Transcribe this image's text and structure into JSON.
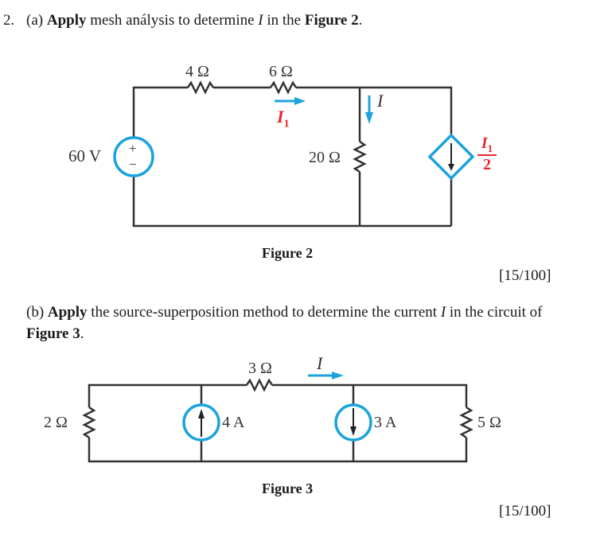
{
  "question": {
    "number": "2.",
    "part_a": {
      "label": "(a)",
      "verb": "Apply",
      "text_1": "mesh análysis to determine",
      "var": "I",
      "text_2": "in the",
      "ref": "Figure 2",
      "end": ".",
      "marks": "[15/100]"
    },
    "part_b": {
      "label": "(b)",
      "verb": "Apply",
      "text_1": "the source-superposition method to determine the current",
      "var": "I",
      "text_2": "in the circuit of",
      "ref": "Figure 3",
      "end": ".",
      "marks": "[15/100]"
    }
  },
  "figure2": {
    "caption": "Figure 2",
    "voltage_source": {
      "label": "60 V",
      "plus": "+",
      "minus": "−"
    },
    "resistor_1": "4 Ω",
    "resistor_2": "6 Ω",
    "resistor_3": "20 Ω",
    "current_I1": {
      "symbol": "I",
      "subscript": "1"
    },
    "current_I": "I",
    "dependent_source": {
      "numerator": "I",
      "numerator_sub": "1",
      "denominator": "2"
    }
  },
  "figure3": {
    "caption": "Figure 3",
    "resistor_left": "2 Ω",
    "resistor_top": "3 Ω",
    "resistor_right": "5 Ω",
    "source_1": "4 A",
    "source_2": "3 A",
    "current_I": "I"
  },
  "colors": {
    "wire": "#333333",
    "source_blue": "#1ca3dc",
    "label_red": "#e8262d",
    "text": "#1a1a1a"
  }
}
